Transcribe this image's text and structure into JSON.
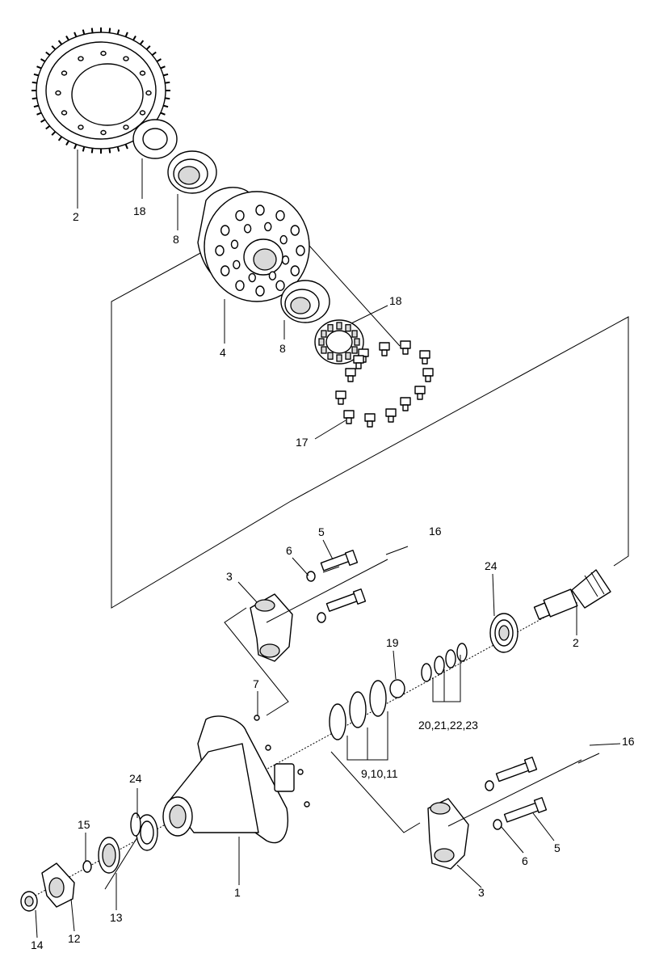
{
  "callouts": {
    "c1": "1",
    "c2_gear": "2",
    "c2_pinion": "2",
    "c3_upper": "3",
    "c3_lower": "3",
    "c4": "4",
    "c5_upper": "5",
    "c5_lower": "5",
    "c6_upper": "6",
    "c6_lower": "6",
    "c7": "7",
    "c8_upper": "8",
    "c8_lower": "8",
    "c9": "9,10,11",
    "c12": "12",
    "c13": "13",
    "c14": "14",
    "c15": "15",
    "c16_upper": "16",
    "c16_lower": "16",
    "c17": "17",
    "c18_upper": "18",
    "c18_lower": "18",
    "c19": "19",
    "c20": "20,21,22,23",
    "c24_upper": "24",
    "c24_lower": "24"
  }
}
